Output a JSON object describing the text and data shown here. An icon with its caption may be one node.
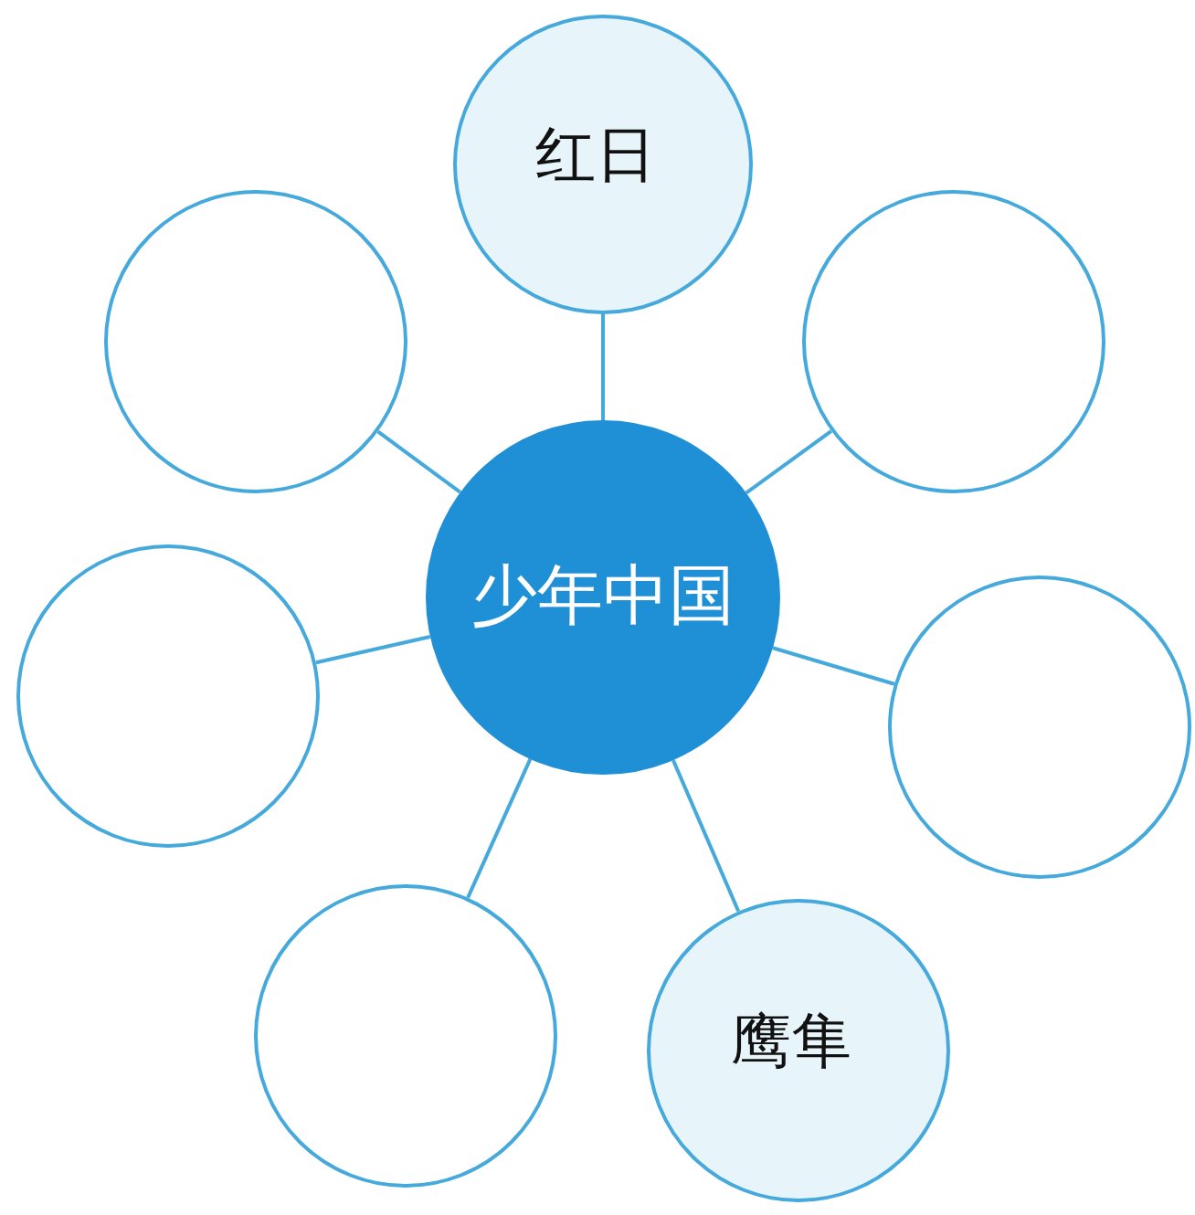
{
  "diagram": {
    "nodes": [
      {
        "text": [
          "少年中国"
        ]
      },
      {
        "text": [
          "红日"
        ]
      },
      {
        "text": [],
        "shape": "circle"
      },
      {
        "text": [],
        "shape": "circle"
      },
      {
        "text": [],
        "shape": "circle"
      },
      {
        "text": [],
        "shape": "circle"
      },
      {
        "text": [],
        "shape": "circle"
      },
      {
        "text": [
          "鹰隼"
        ]
      }
    ],
    "edges": [
      {
        "from": 0,
        "to": 1,
        "arrow": "none"
      },
      {
        "from": 0,
        "to": 2,
        "arrow": "none"
      },
      {
        "from": 0,
        "to": 3,
        "arrow": "none"
      },
      {
        "from": 0,
        "to": 4,
        "arrow": "none"
      },
      {
        "from": 0,
        "to": 5,
        "arrow": "none"
      },
      {
        "from": 0,
        "to": 6,
        "arrow": "none"
      },
      {
        "from": 0,
        "to": 7,
        "arrow": "none"
      }
    ]
  }
}
